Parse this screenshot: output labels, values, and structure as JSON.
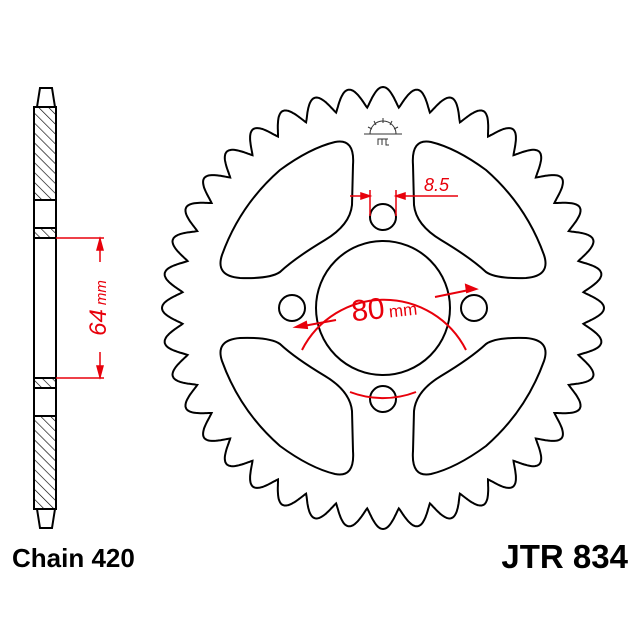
{
  "chain_label": "Chain 420",
  "model_label": "JTR 834",
  "dimensions": {
    "bolt_circle_value": "80",
    "bolt_circle_unit": "mm",
    "hole_diameter": "8.5",
    "side_value": "64",
    "side_unit": "mm"
  },
  "colors": {
    "outline": "#000000",
    "dimension": "#e8000b"
  },
  "icons": {
    "logo": "jt-sun-logo-icon"
  }
}
